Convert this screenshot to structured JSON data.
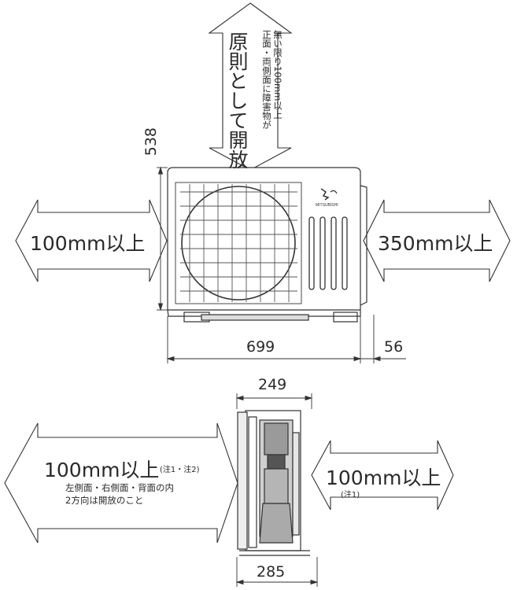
{
  "top_clearance": {
    "main": "原則として開放",
    "sub_line1": "正面・両側面に障害物が",
    "sub_line2": "無い限り100mm以上"
  },
  "front_view": {
    "left_clearance": "100mm以上",
    "right_clearance": "350mm以上",
    "height_dim": "538",
    "width_dim": "699",
    "extra_dim": "56",
    "brand": "MITSUBISHI"
  },
  "side_view": {
    "depth_dim_top": "249",
    "depth_dim_bottom": "285",
    "left_clearance": "100mm以上",
    "left_note": "(注1・注2)",
    "left_desc_line1": "左側面・右側面・背面の内",
    "left_desc_line2": "2方向は開放のこと",
    "right_clearance": "100mm以上",
    "right_note": "(注1)"
  }
}
